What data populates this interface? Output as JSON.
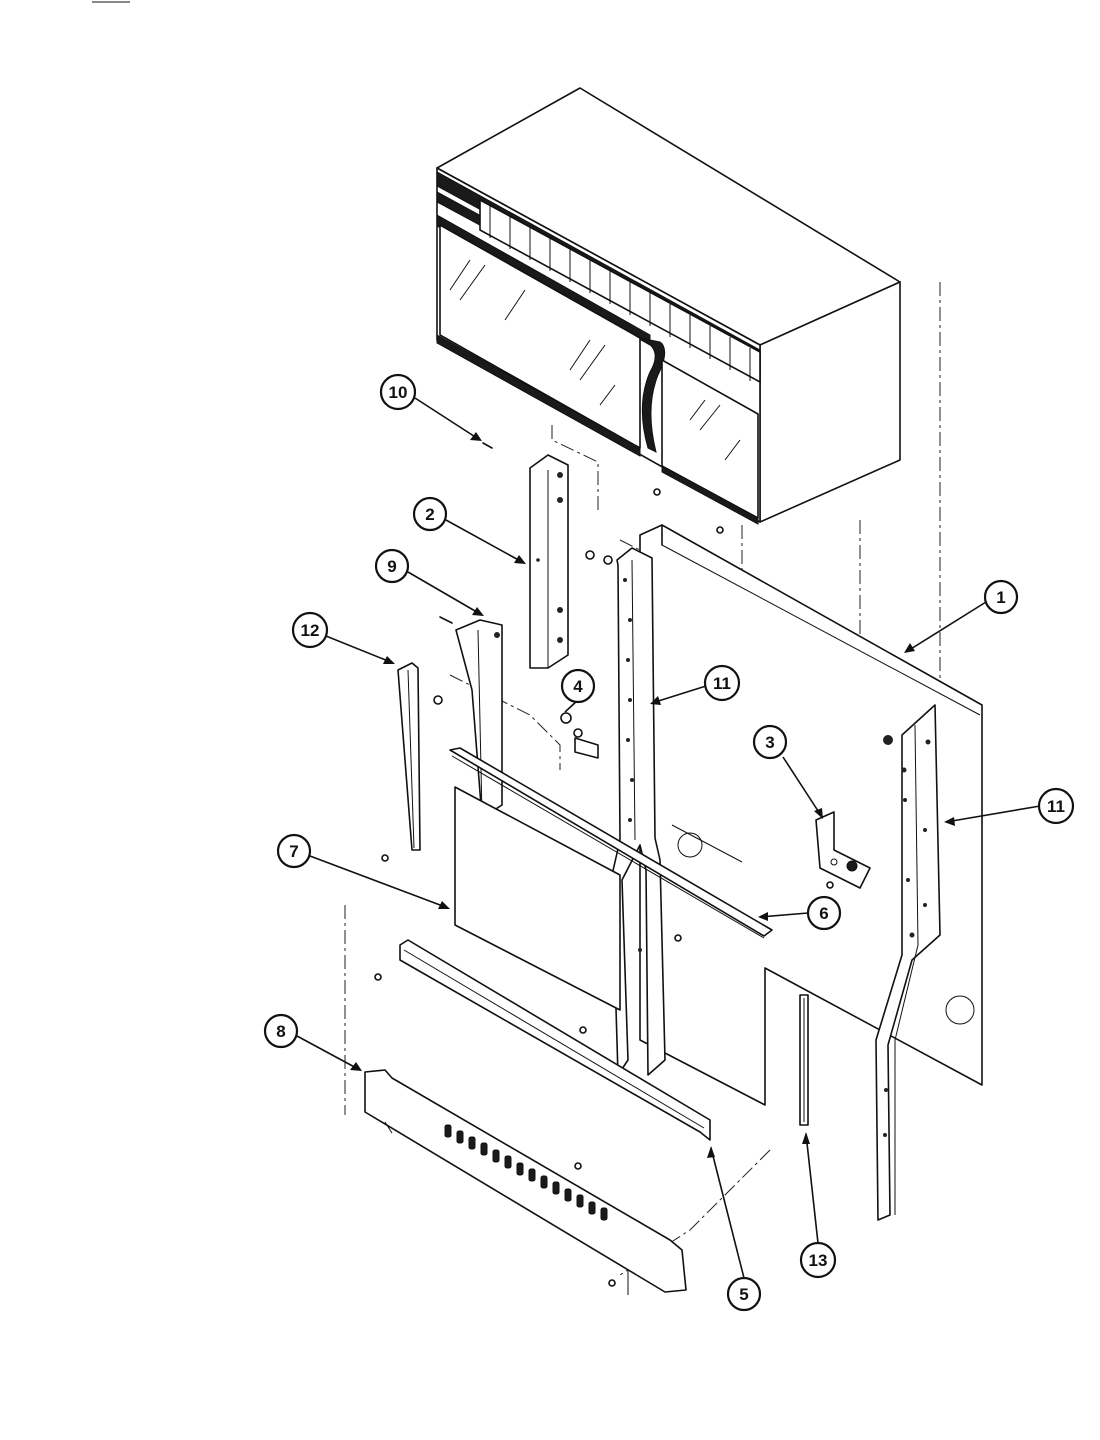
{
  "callouts": [
    {
      "id": "1",
      "label": "1"
    },
    {
      "id": "2",
      "label": "2"
    },
    {
      "id": "3",
      "label": "3"
    },
    {
      "id": "4",
      "label": "4"
    },
    {
      "id": "5",
      "label": "5"
    },
    {
      "id": "6",
      "label": "6"
    },
    {
      "id": "7",
      "label": "7"
    },
    {
      "id": "8",
      "label": "8"
    },
    {
      "id": "9",
      "label": "9"
    },
    {
      "id": "10",
      "label": "10"
    },
    {
      "id": "11a",
      "label": "11"
    },
    {
      "id": "11b",
      "label": "11"
    },
    {
      "id": "12",
      "label": "12"
    },
    {
      "id": "13",
      "label": "13"
    }
  ],
  "colors": {
    "line": "#111111",
    "background": "#ffffff"
  }
}
